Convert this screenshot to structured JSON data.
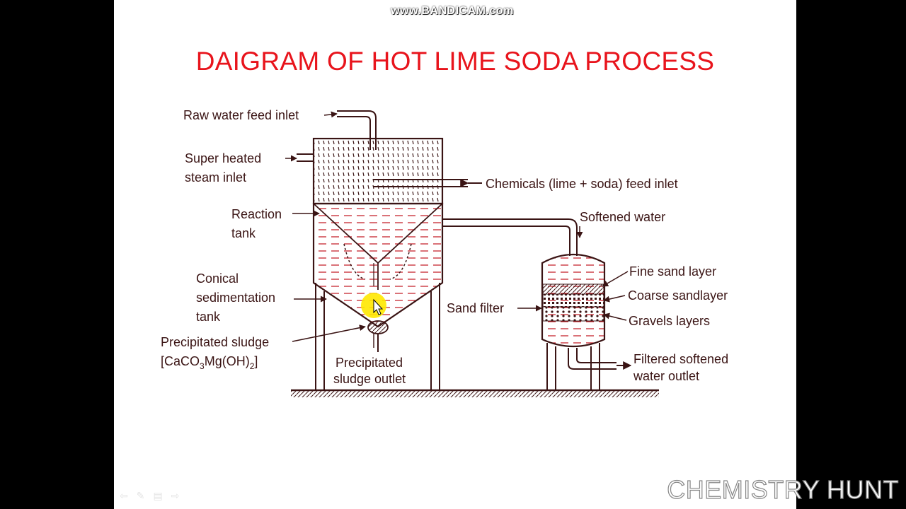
{
  "recording_watermark": "www.BANDICAM.com",
  "slide": {
    "title": "DAIGRAM OF HOT LIME SODA PROCESS"
  },
  "diagram": {
    "labels": {
      "raw_water_inlet": "Raw water feed inlet",
      "steam_inlet_1": "Super heated",
      "steam_inlet_2": "steam inlet",
      "chemicals_inlet": "Chemicals (lime + soda) feed inlet",
      "reaction_tank_1": "Reaction",
      "reaction_tank_2": "tank",
      "softened_water": "Softened water",
      "conical_1": "Conical",
      "conical_2": "sedimentation",
      "conical_3": "tank",
      "fine_sand": "Fine sand layer",
      "coarse_sand": "Coarse sandlayer",
      "sand_filter": "Sand filter",
      "gravels": "Gravels layers",
      "sludge_1": "Precipitated sludge",
      "sludge_formula_prefix": "[CaCO",
      "sludge_formula_sub1": "3",
      "sludge_formula_mid": "Mg(OH)",
      "sludge_formula_sub2": "2",
      "sludge_formula_suffix": "]",
      "sludge_outlet_1": "Precipitated",
      "sludge_outlet_2": "sludge outlet",
      "filtered_outlet_1": "Filtered softened",
      "filtered_outlet_2": "water outlet"
    },
    "ink_color": "#3a1414",
    "cursor_highlight_color": "#ffe800"
  },
  "slideshow_nav_icons": [
    "previous-arrow-icon",
    "pen-icon",
    "slide-menu-icon",
    "next-arrow-icon"
  ],
  "nav_glyphs": [
    "⇦",
    "✎",
    "▤",
    "⇨"
  ],
  "channel_watermark": "CHEMISTRY HUNT"
}
